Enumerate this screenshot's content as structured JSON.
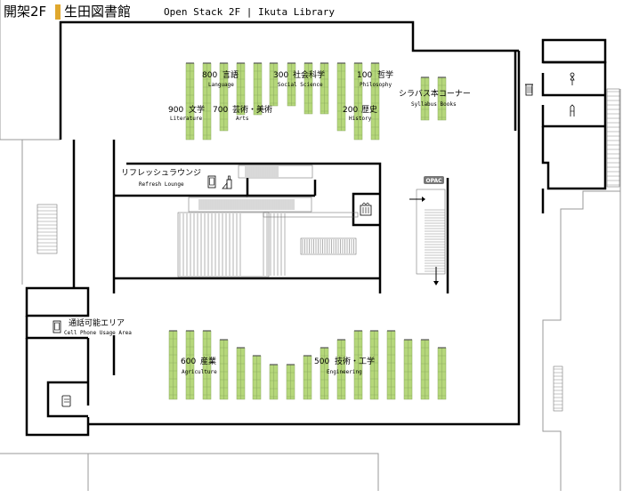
{
  "header": {
    "floor": "開架2F",
    "library": "生田図書館",
    "subtitle": "Open Stack 2F | Ikuta Library",
    "accent_color": "#e0a82e"
  },
  "colors": {
    "shelf": "#b5d77a",
    "shelf_edge": "#6a8a3a"
  },
  "sections": {
    "language": {
      "num": "800",
      "jp": "言語",
      "en": "Language"
    },
    "social": {
      "num": "300",
      "jp": "社会科学",
      "en": "Social Science"
    },
    "philosophy": {
      "num": "100",
      "jp": "哲学",
      "en": "Philosophy"
    },
    "literature": {
      "num": "900",
      "jp": "文学",
      "en": "Literature"
    },
    "arts": {
      "num": "700",
      "jp": "芸術・美術",
      "en": "Arts"
    },
    "history": {
      "num": "200",
      "jp": "歴史",
      "en": "History"
    },
    "syllabus": {
      "jp": "シラバス本コーナー",
      "en": "Syllabus Books"
    },
    "agriculture": {
      "num": "600",
      "jp": "産業",
      "en": "Agriculture"
    },
    "engineering": {
      "num": "500",
      "jp": "技術・工学",
      "en": "Engineering"
    }
  },
  "areas": {
    "lounge": {
      "jp": "リフレッシュラウンジ",
      "en": "Refresh Lounge"
    },
    "phone": {
      "jp": "通話可能エリア",
      "en": "Cell Phone Usage Area"
    },
    "opac": "OPAC"
  }
}
